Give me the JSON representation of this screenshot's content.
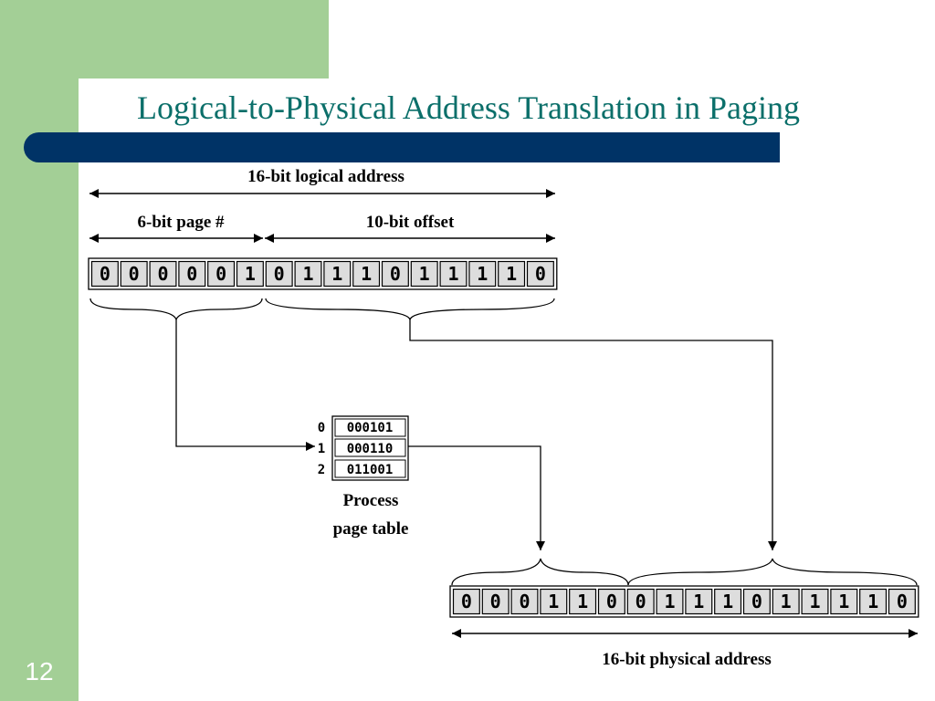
{
  "slide": {
    "title": "Logical-to-Physical Address Translation in Paging",
    "number": "12"
  },
  "colors": {
    "background_green": "#a3cf96",
    "title_bar": "#003366",
    "title_text": "#0b6f6a"
  },
  "diagram": {
    "logical_address_label": "16-bit logical address",
    "page_label": "6-bit page #",
    "offset_label": "10-bit offset",
    "logical_bits": [
      "0",
      "0",
      "0",
      "0",
      "0",
      "1",
      "0",
      "1",
      "1",
      "1",
      "0",
      "1",
      "1",
      "1",
      "1",
      "0"
    ],
    "page_table": {
      "rows": [
        {
          "index": "0",
          "frame": "000101"
        },
        {
          "index": "1",
          "frame": "000110"
        },
        {
          "index": "2",
          "frame": "011001"
        }
      ],
      "caption_line1": "Process",
      "caption_line2": "page table"
    },
    "physical_bits": [
      "0",
      "0",
      "0",
      "1",
      "1",
      "0",
      "0",
      "1",
      "1",
      "1",
      "0",
      "1",
      "1",
      "1",
      "1",
      "0"
    ],
    "physical_address_label": "16-bit physical address"
  }
}
